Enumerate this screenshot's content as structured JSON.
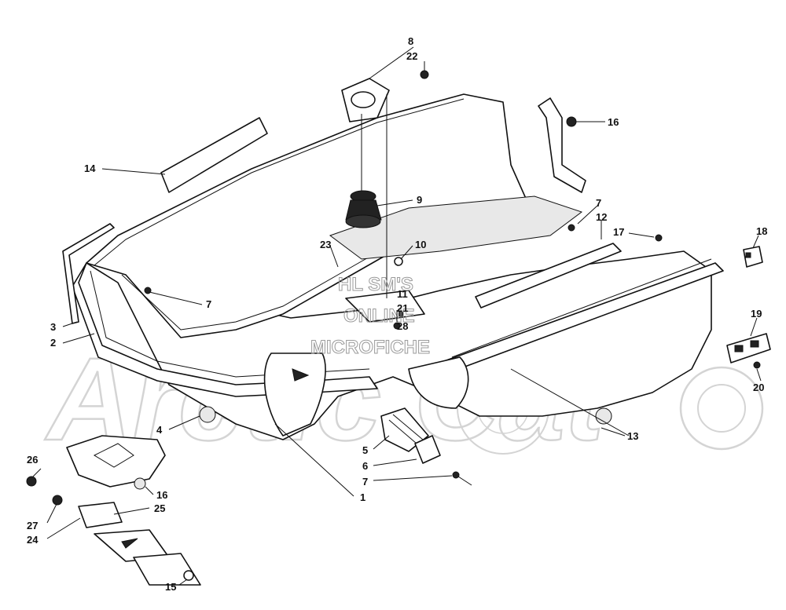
{
  "watermark": {
    "brand": "Arctic Cat",
    "line1": "HL SM'S",
    "line2": "ONLINE",
    "line3": "MICROFICHE"
  },
  "callouts": [
    {
      "id": "c1",
      "label": "1"
    },
    {
      "id": "c2",
      "label": "2"
    },
    {
      "id": "c3",
      "label": "3"
    },
    {
      "id": "c4",
      "label": "4"
    },
    {
      "id": "c5",
      "label": "5"
    },
    {
      "id": "c6",
      "label": "6"
    },
    {
      "id": "c7a",
      "label": "7"
    },
    {
      "id": "c7b",
      "label": "7"
    },
    {
      "id": "c7c",
      "label": "7"
    },
    {
      "id": "c8",
      "label": "8"
    },
    {
      "id": "c9",
      "label": "9"
    },
    {
      "id": "c10",
      "label": "10"
    },
    {
      "id": "c11",
      "label": "11"
    },
    {
      "id": "c12",
      "label": "12"
    },
    {
      "id": "c13",
      "label": "13"
    },
    {
      "id": "c14",
      "label": "14"
    },
    {
      "id": "c15",
      "label": "15"
    },
    {
      "id": "c16a",
      "label": "16"
    },
    {
      "id": "c16b",
      "label": "16"
    },
    {
      "id": "c17",
      "label": "17"
    },
    {
      "id": "c18",
      "label": "18"
    },
    {
      "id": "c19",
      "label": "19"
    },
    {
      "id": "c20",
      "label": "20"
    },
    {
      "id": "c21",
      "label": "21"
    },
    {
      "id": "c22",
      "label": "22"
    },
    {
      "id": "c23",
      "label": "23"
    },
    {
      "id": "c24",
      "label": "24"
    },
    {
      "id": "c25",
      "label": "25"
    },
    {
      "id": "c26",
      "label": "26"
    },
    {
      "id": "c27",
      "label": "27"
    },
    {
      "id": "c28",
      "label": "28"
    }
  ]
}
